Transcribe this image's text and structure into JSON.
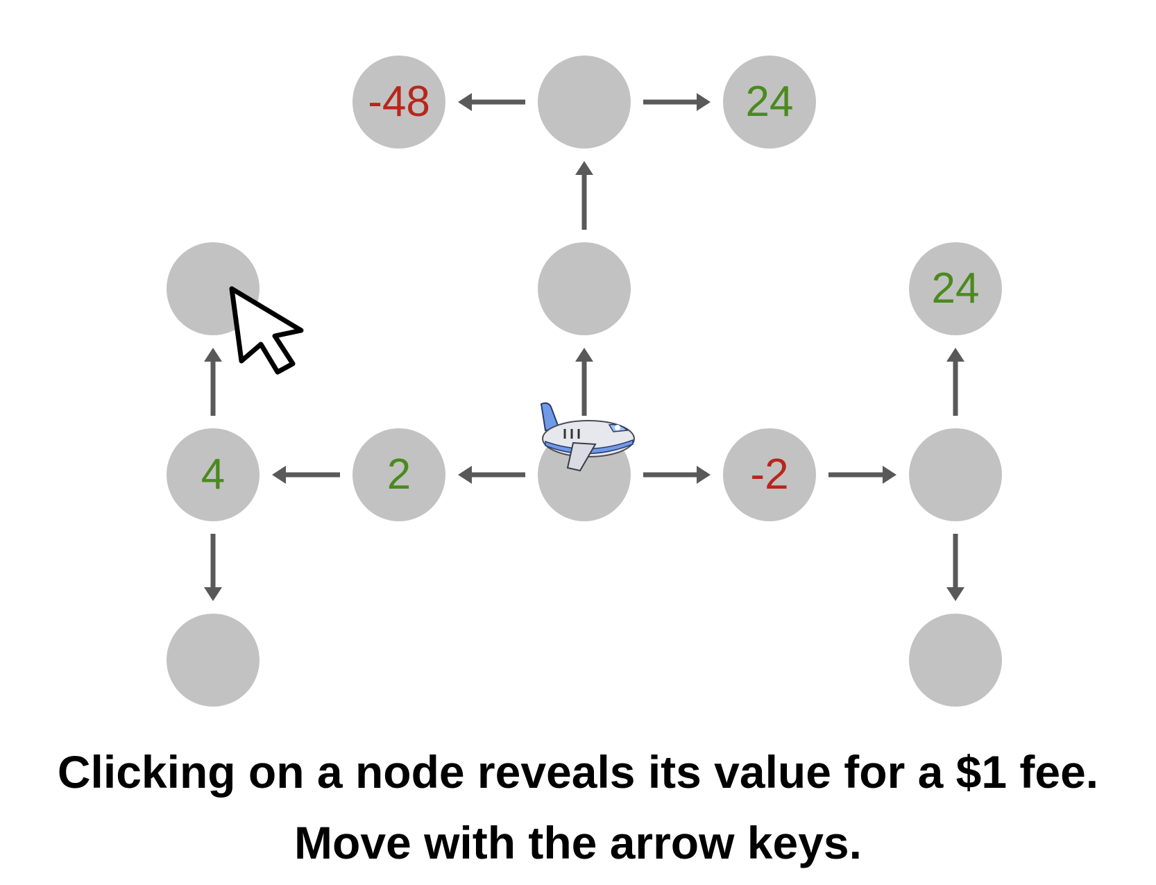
{
  "colors": {
    "node_fill": "#c2c2c2",
    "positive_value": "#4a8a1e",
    "negative_value": "#b8261b",
    "arrow": "#595959",
    "text": "#000000"
  },
  "nodes": [
    {
      "id": "n1",
      "value": "-48",
      "sign": "negative"
    },
    {
      "id": "n2",
      "value": "",
      "sign": ""
    },
    {
      "id": "n3",
      "value": "24",
      "sign": "positive"
    },
    {
      "id": "n4",
      "value": "",
      "sign": ""
    },
    {
      "id": "n5",
      "value": "",
      "sign": ""
    },
    {
      "id": "n6",
      "value": "24",
      "sign": "positive"
    },
    {
      "id": "n7",
      "value": "4",
      "sign": "positive"
    },
    {
      "id": "n8",
      "value": "2",
      "sign": "positive"
    },
    {
      "id": "n9",
      "value": "",
      "sign": ""
    },
    {
      "id": "n10",
      "value": "-2",
      "sign": "negative"
    },
    {
      "id": "n11",
      "value": "",
      "sign": ""
    },
    {
      "id": "n12",
      "value": "",
      "sign": ""
    },
    {
      "id": "n13",
      "value": "",
      "sign": ""
    }
  ],
  "edges": [
    {
      "from": "n2",
      "to": "n1",
      "direction": "left"
    },
    {
      "from": "n2",
      "to": "n3",
      "direction": "right"
    },
    {
      "from": "n5",
      "to": "n2",
      "direction": "up"
    },
    {
      "from": "n9",
      "to": "n5",
      "direction": "up"
    },
    {
      "from": "n9",
      "to": "n8",
      "direction": "left"
    },
    {
      "from": "n8",
      "to": "n7",
      "direction": "left"
    },
    {
      "from": "n7",
      "to": "n4",
      "direction": "up"
    },
    {
      "from": "n7",
      "to": "n12",
      "direction": "down"
    },
    {
      "from": "n9",
      "to": "n10",
      "direction": "right"
    },
    {
      "from": "n10",
      "to": "n11",
      "direction": "right"
    },
    {
      "from": "n11",
      "to": "n6",
      "direction": "up"
    },
    {
      "from": "n11",
      "to": "n13",
      "direction": "down"
    }
  ],
  "player": {
    "icon": "airplane-icon",
    "node": "n9"
  },
  "pointer": {
    "icon": "mouse-cursor-icon"
  },
  "instructions": {
    "line1": "Clicking on a node reveals its value for a $1 fee.",
    "line2": "Move with the arrow keys."
  }
}
